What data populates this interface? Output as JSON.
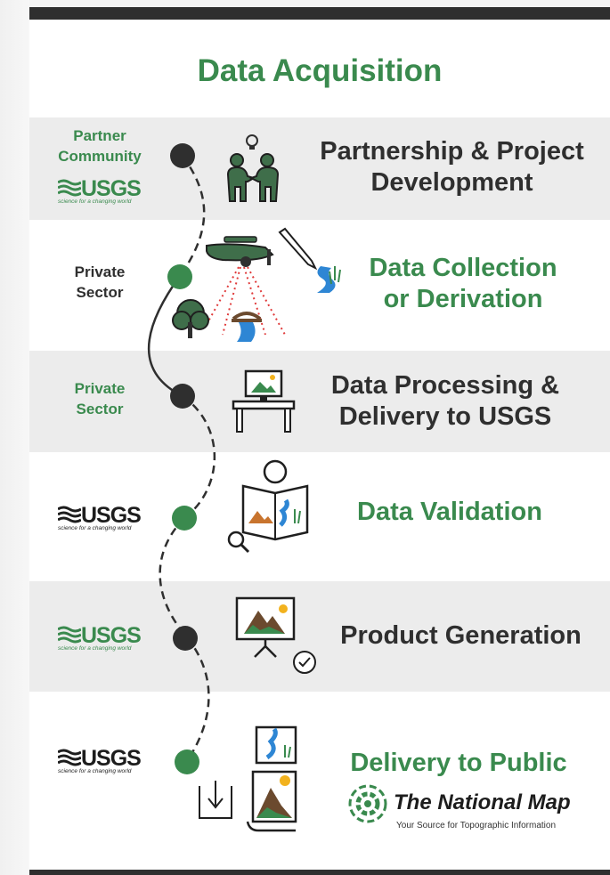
{
  "title": "Data Acquisition",
  "steps": [
    {
      "label_line1": "Partnership & Project",
      "label_line2": "Development",
      "side_line1": "Partner",
      "side_line2": "Community",
      "side_logo": "USGS",
      "color": "#2f2f2f"
    },
    {
      "label_line1": "Data Collection",
      "label_line2": "or Derivation",
      "side_line1": "Private",
      "side_line2": "Sector",
      "color": "#3a8a4e"
    },
    {
      "label_line1": "Data Processing &",
      "label_line2": "Delivery to USGS",
      "side_line1": "Private",
      "side_line2": "Sector",
      "color": "#2f2f2f"
    },
    {
      "label_line1": "Data Validation",
      "side_logo": "USGS",
      "color": "#3a8a4e"
    },
    {
      "label_line1": "Product Generation",
      "side_logo": "USGS",
      "color": "#2f2f2f"
    },
    {
      "label_line1": "Delivery to Public",
      "side_logo": "USGS",
      "color": "#3a8a4e"
    }
  ],
  "usgs": {
    "word": "USGS",
    "tagline": "science for a changing world"
  },
  "national_map": {
    "title": "The National Map",
    "subtitle": "Your Source for Topographic Information"
  },
  "colors": {
    "accent_green": "#3a8a4e",
    "dark": "#2f2f2f",
    "band_gray": "#ececec"
  }
}
